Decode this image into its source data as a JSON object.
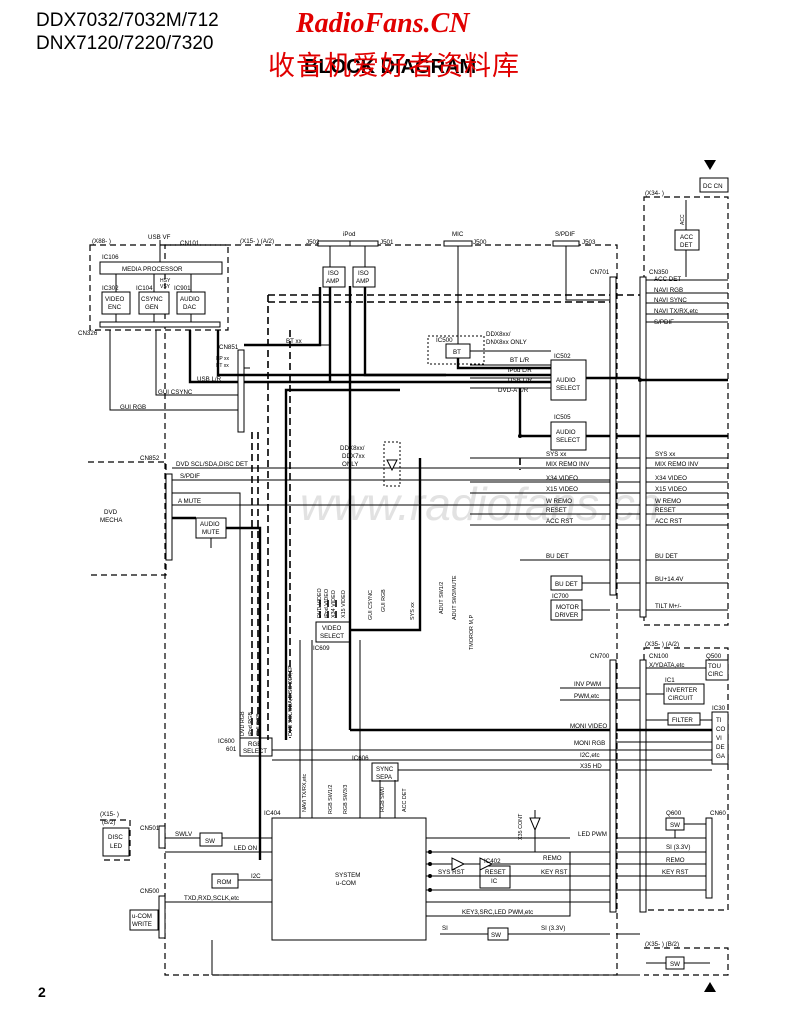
{
  "header": {
    "model_line1": "DDX7032/7032M/712",
    "model_line2": "DNX7120/7220/7320",
    "title": "BLOCK DIAGRAM"
  },
  "watermark": {
    "site": "RadioFans.CN",
    "chinese": "收音机爱好者资料库",
    "faint": "www.radiofans.cn"
  },
  "page_number": "2",
  "colors": {
    "ink": "#000000",
    "watermark": "#e10000",
    "faint": "#d8d8d8"
  },
  "labels": {
    "x88": "(X88- )",
    "cn101": "CN101",
    "usb_vf": "USB VF",
    "ic106": "IC106",
    "media_processor": "MEDIA PROCESSOR",
    "ic302": "IC302",
    "ic104": "IC104",
    "ic901": "IC901",
    "hsy": "HSY",
    "vsy": "VSY",
    "video_enc_1": "VIDEO",
    "video_enc_2": "ENC",
    "csync_gen_1": "CSYNC",
    "csync_gen_2": "GEN",
    "audio_dac_1": "AUDIO",
    "audio_dac_2": "DAC",
    "cn326": "CN326",
    "x15_a2": "(X15- ) (A/2)",
    "j502": "J502",
    "ipod": "iPod",
    "j501": "J501",
    "mic": "MIC",
    "j500": "J500",
    "spdif_jack": "S/PDIF",
    "j503": "J503",
    "iso_amp_a": "ISO",
    "iso_amp_b": "AMP",
    "x34": "(X34- )",
    "dc_cn": "DC CN",
    "acc_vert": "ACC",
    "acc_det_1": "ACC",
    "acc_det_2": "DET",
    "cn701": "CN701",
    "cn350": "CN350",
    "acc_det_sig": "ACC DET",
    "navi_rgb": "NAVI RGB",
    "navi_sync": "NAVI SYNC",
    "navi_txrx": "NAVI TX/RX,etc",
    "spdif_sig": "S/PDIF",
    "cn851": "CN851",
    "ep_xx": "EP xx",
    "bt_xx_small": "BT xx",
    "bt_xx": "BT xx",
    "usb_lr": "USB L/R",
    "gui_csync": "GUI CSYNC",
    "gui_rgb": "GUI RGB",
    "ic500": "IC500",
    "bt": "BT",
    "ddx8xx": "DDX8xx/",
    "dnx8xx_only": "DNX8xx ONLY",
    "ic502": "IC502",
    "bt_lr": "BT L/R",
    "ipod_lr": "iPod L/R",
    "usb_lr2": "USB L/R",
    "dvd_a_lr": "DVD-A L/R",
    "audio_select_1": "AUDIO",
    "audio_select_2": "SELECT",
    "ic505": "IC505",
    "cn852": "CN852",
    "dvd_scl": "DVD SCL/SDA,DISC DET",
    "spdif_dvd": "S/PDIF",
    "a_mute": "A MUTE",
    "dvd_mecha_1": "DVD",
    "dvd_mecha_2": "MECHA",
    "audio_mute_1": "AUDIO",
    "audio_mute_2": "MUTE",
    "ddx8xx_2": "DDX8xx/",
    "ddx7xx": "DDX7xx",
    "only": "ONLY",
    "sys_xx": "SYS xx",
    "mix_remo": "MIX REMO INV",
    "x34_video": "X34 VIDEO",
    "x15_video": "X15 VIDEO",
    "w_remo": "W REMO",
    "reset": "RESET",
    "acc_rst": "ACC RST",
    "sys_xx_r": "SYS xx",
    "mix_remo_r": "MIX REMO INV",
    "x34_video_r": "X34 VIDEO",
    "x15_video_r": "X15 VIDEO",
    "w_remo_r": "W REMO",
    "reset_r": "RESET",
    "acc_rst_r": "ACC RST",
    "bu_det": "BU DET",
    "bu_det_r": "BU DET",
    "bu_14v": "BU+14.4V",
    "ic700": "IC700",
    "motor_driver_1": "MOTOR",
    "motor_driver_2": "DRIVER",
    "tilt": "TILT M+/-",
    "x35_a2": "(X35- ) (A/2)",
    "cn700": "CN700",
    "cn100": "CN100",
    "xydata": "X/YDATA,etc",
    "touch_1": "TOU",
    "touch_2": "CIRC",
    "q500": "Q500",
    "inv_pwm": "INV PWM",
    "pwm_etc": "PWM,etc",
    "ic1": "IC1",
    "inverter_1": "INVERTER",
    "inverter_2": "CIRCUIT",
    "filter": "FILTER",
    "ic30": "IC30",
    "ti_1": "TI",
    "ti_2": "CO",
    "ti_3": "VI",
    "ti_4": "DE",
    "ti_5": "GA",
    "moni_video": "MONI VIDEO",
    "moni_rgb": "MONI RGB",
    "i2c_etc": "I2C,etc",
    "x35_hd": "X35 HD",
    "v_dvd_video": "DVD VIDEO",
    "v_ipod_video": "iPod VIDEO",
    "v_x34_video": "X34 VIDEO",
    "v_x15_video": "X15 VIDEO",
    "v_gui_csync": "GUI CSYNC",
    "v_gui_rgb": "GUI RGB",
    "v_adut_sw12": "ADUT SW1/2",
    "v_adut_sw3": "ADUT SW3/MUTE",
    "v_sys_xx": "SYS xx",
    "v_tmoror": "TMOROR M,P",
    "ic609": "IC609",
    "video_select_1": "VIDEO",
    "video_select_2": "SELECT",
    "v_dvd_rgb": "DVD RGB",
    "v_ipod_rgb": "iPod RGB",
    "v_gui_rgb2": "GUI RGB",
    "ic600": "IC600",
    "ic601": "601",
    "rgb_select_1": "RGB",
    "rgb_select_2": "SELECT",
    "v_dvd_scl": "DVD SCL/SDA,DISC DET,EP",
    "ic606": "IC606",
    "sync_sepa_1": "SYNC",
    "sync_sepa_2": "SEPA",
    "v_navi_txrx": "NAVI TX/RX,etc",
    "v_rgb_sw12": "RGB SW1/2",
    "v_rgb_sw3": "RGB SW3/3",
    "v_rgb_sw0": "RGB SW0",
    "v_acc_det": "ACC DET",
    "v_x35_cont": "X35 CONT",
    "x15_b2_1": "(X15- )",
    "x15_b2_2": "(B/2)",
    "cn501": "CN501",
    "disc_led_1": "DISC",
    "disc_led_2": "LED",
    "swlv": "SWLV",
    "sw": "SW",
    "led_on": "LED ON",
    "cn500": "CN500",
    "rom": "ROM",
    "i2c": "I2C",
    "txd": "TXD,RXD,SCLK,etc",
    "ucom_write_1": "u-COM",
    "ucom_write_2": "WRITE",
    "ic404": "IC404",
    "system_ucom_1": "SYSTEM",
    "system_ucom_2": "u-COM",
    "sys_rst": "SYS RST",
    "ic402": "IC402",
    "reset_ic_1": "RESET",
    "reset_ic_2": "IC",
    "key_rst": "KEY RST",
    "key3": "KEY3,SRC,LED PWM,etc",
    "si": "SI",
    "sw2": "SW",
    "si_33": "SI (3.3V)",
    "led_pwm": "LED PWM",
    "remo": "REMO",
    "key_rst_r": "KEY RST",
    "si_33_r": "SI (3.3V)",
    "remo_r": "REMO",
    "key_rst_r2": "KEY RST",
    "q600": "Q600",
    "sw3": "SW",
    "cn60": "CN60",
    "x35_b2": "(X35- ) (B/2)",
    "sw4": "SW"
  }
}
